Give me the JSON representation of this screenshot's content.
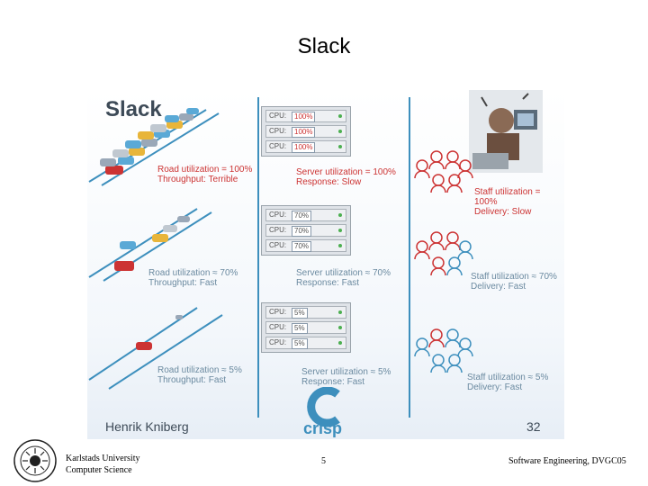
{
  "slide": {
    "title": "Slack"
  },
  "panel": {
    "heading": "Slack",
    "author": "Henrik Kniberg",
    "slide_number": "32",
    "logo_text": "crisp",
    "roads": [
      {
        "utilization": "Road utilization = 100%",
        "result": "Throughput: Terrible"
      },
      {
        "utilization": "Road utilization ≈ 70%",
        "result": "Throughput: Fast"
      },
      {
        "utilization": "Road utilization ≈ 5%",
        "result": "Throughput: Fast"
      }
    ],
    "servers": [
      {
        "cpu_label": "CPU:",
        "cpu_values": [
          "100%",
          "100%",
          "100%"
        ],
        "utilization": "Server utilization = 100%",
        "result": "Response: Slow"
      },
      {
        "cpu_label": "CPU:",
        "cpu_values": [
          "70%",
          "70%",
          "70%"
        ],
        "utilization": "Server utilization ≈ 70%",
        "result": "Response: Fast"
      },
      {
        "cpu_label": "CPU:",
        "cpu_values": [
          "5%",
          "5%",
          "5%"
        ],
        "utilization": "Server utilization ≈ 5%",
        "result": "Response: Fast"
      }
    ],
    "staff": [
      {
        "utilization": "Staff utilization = 100%",
        "result": "Delivery: Slow"
      },
      {
        "utilization": "Staff utilization ≈ 70%",
        "result": "Delivery: Fast"
      },
      {
        "utilization": "Staff utilization ≈ 5%",
        "result": "Delivery: Fast"
      }
    ]
  },
  "footer": {
    "institution_line1": "Karlstads University",
    "institution_line2": "Computer Science",
    "page_number": "5",
    "course": "Software Engineering, DVGC05"
  },
  "colors": {
    "divider": "#3d8fbd",
    "text_blue": "#6b8aa0",
    "alert_red": "#cc3333",
    "heading_gray": "#3d4a57"
  }
}
